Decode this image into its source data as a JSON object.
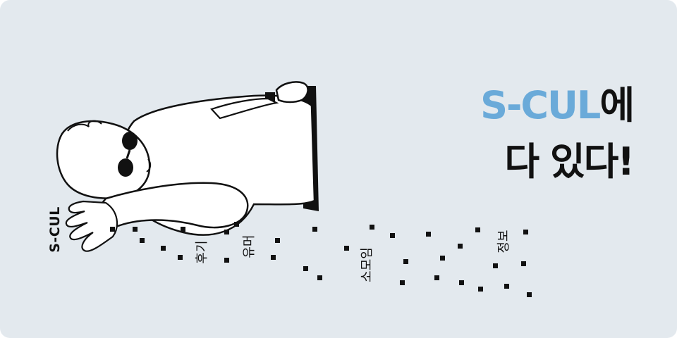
{
  "banner": {
    "headline_accent": "S-CUL",
    "headline_line1_rest": "에",
    "headline_line2": "다 있다!",
    "accent_color": "#6aaad9",
    "background_color": "#e3e9ee"
  },
  "illustration": {
    "brand_label": "S-CUL",
    "categories": [
      "후기",
      "유머",
      "소모임",
      "정보"
    ]
  }
}
